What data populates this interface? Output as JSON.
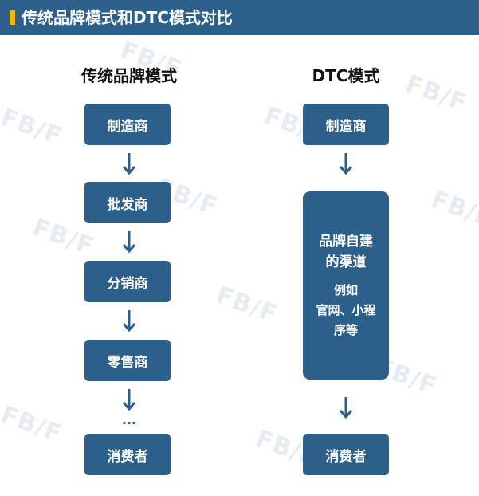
{
  "header": {
    "title": "传统品牌模式和DTC模式对比",
    "accent_color": "#f2b705",
    "bg_color": "#2d5f8b"
  },
  "watermark": "FB/F",
  "left_column": {
    "title": "传统品牌模式",
    "steps": [
      "制造商",
      "批发商",
      "分销商",
      "零售商"
    ],
    "ellipsis": "...",
    "final": "消费者"
  },
  "right_column": {
    "title": "DTC模式",
    "first": "制造商",
    "channel_title": "品牌自建的渠道",
    "channel_example_label": "例如",
    "channel_examples": "官网、小程序等",
    "final": "消费者"
  },
  "arrow_icon": "arrow-down-icon"
}
